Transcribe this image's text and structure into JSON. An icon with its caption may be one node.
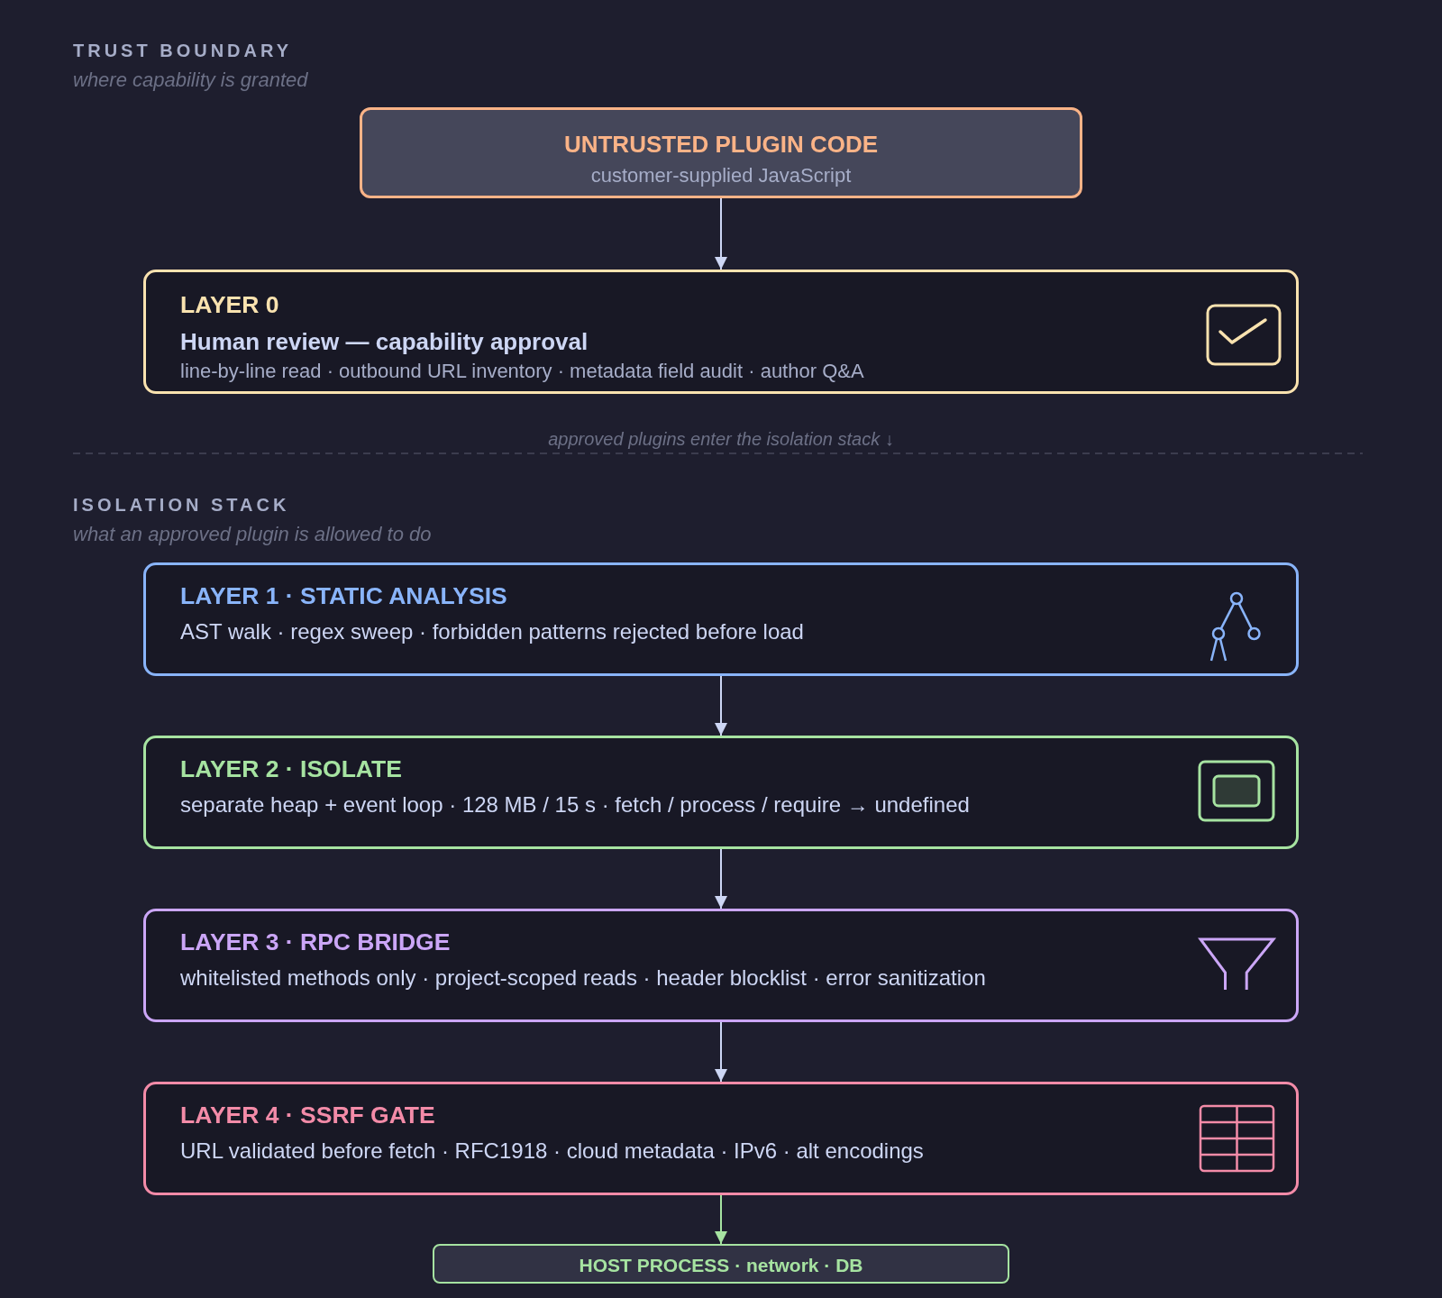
{
  "diagram": {
    "nodes": [
      {
        "text": [
          "UNTRUSTED PLUGIN CODE",
          "customer-supplied JavaScript"
        ]
      },
      {
        "text": [
          "LAYER 0",
          "Human review — capability approval",
          "line-by-line read · outbound URL inventory · metadata field audit · author Q&A"
        ]
      },
      {
        "text": [
          "LAYER 1 · STATIC ANALYSIS",
          "AST walk · regex sweep · forbidden patterns rejected before load"
        ]
      },
      {
        "text": [
          "LAYER 2 · ISOLATE",
          "separate heap + event loop · 128 MB / 15 s · fetch / process / require → undefined"
        ]
      },
      {
        "text": [
          "LAYER 3 · RPC BRIDGE",
          "whitelisted methods only · project-scoped reads · header blocklist · error sanitization"
        ]
      },
      {
        "text": [
          "LAYER 4 · SSRF GATE",
          "URL validated before fetch · RFC1918 · cloud metadata · IPv6 · alt encodings"
        ]
      },
      {
        "text": [
          "HOST PROCESS · network · DB"
        ]
      }
    ],
    "edges": [
      {
        "from": 0,
        "to": 1,
        "arrow": "to"
      },
      {
        "from": 2,
        "to": 3,
        "arrow": "to"
      },
      {
        "from": 3,
        "to": 4,
        "arrow": "to"
      },
      {
        "from": 4,
        "to": 5,
        "arrow": "to"
      },
      {
        "from": 5,
        "to": 6,
        "arrow": "to",
        "color": "#a6e3a1"
      }
    ],
    "labels": [
      "TRUST BOUNDARY",
      "where capability is granted",
      "approved plugins enter the isolation stack ↓",
      "ISOLATION STACK",
      "what an approved plugin is allowed to do"
    ]
  }
}
